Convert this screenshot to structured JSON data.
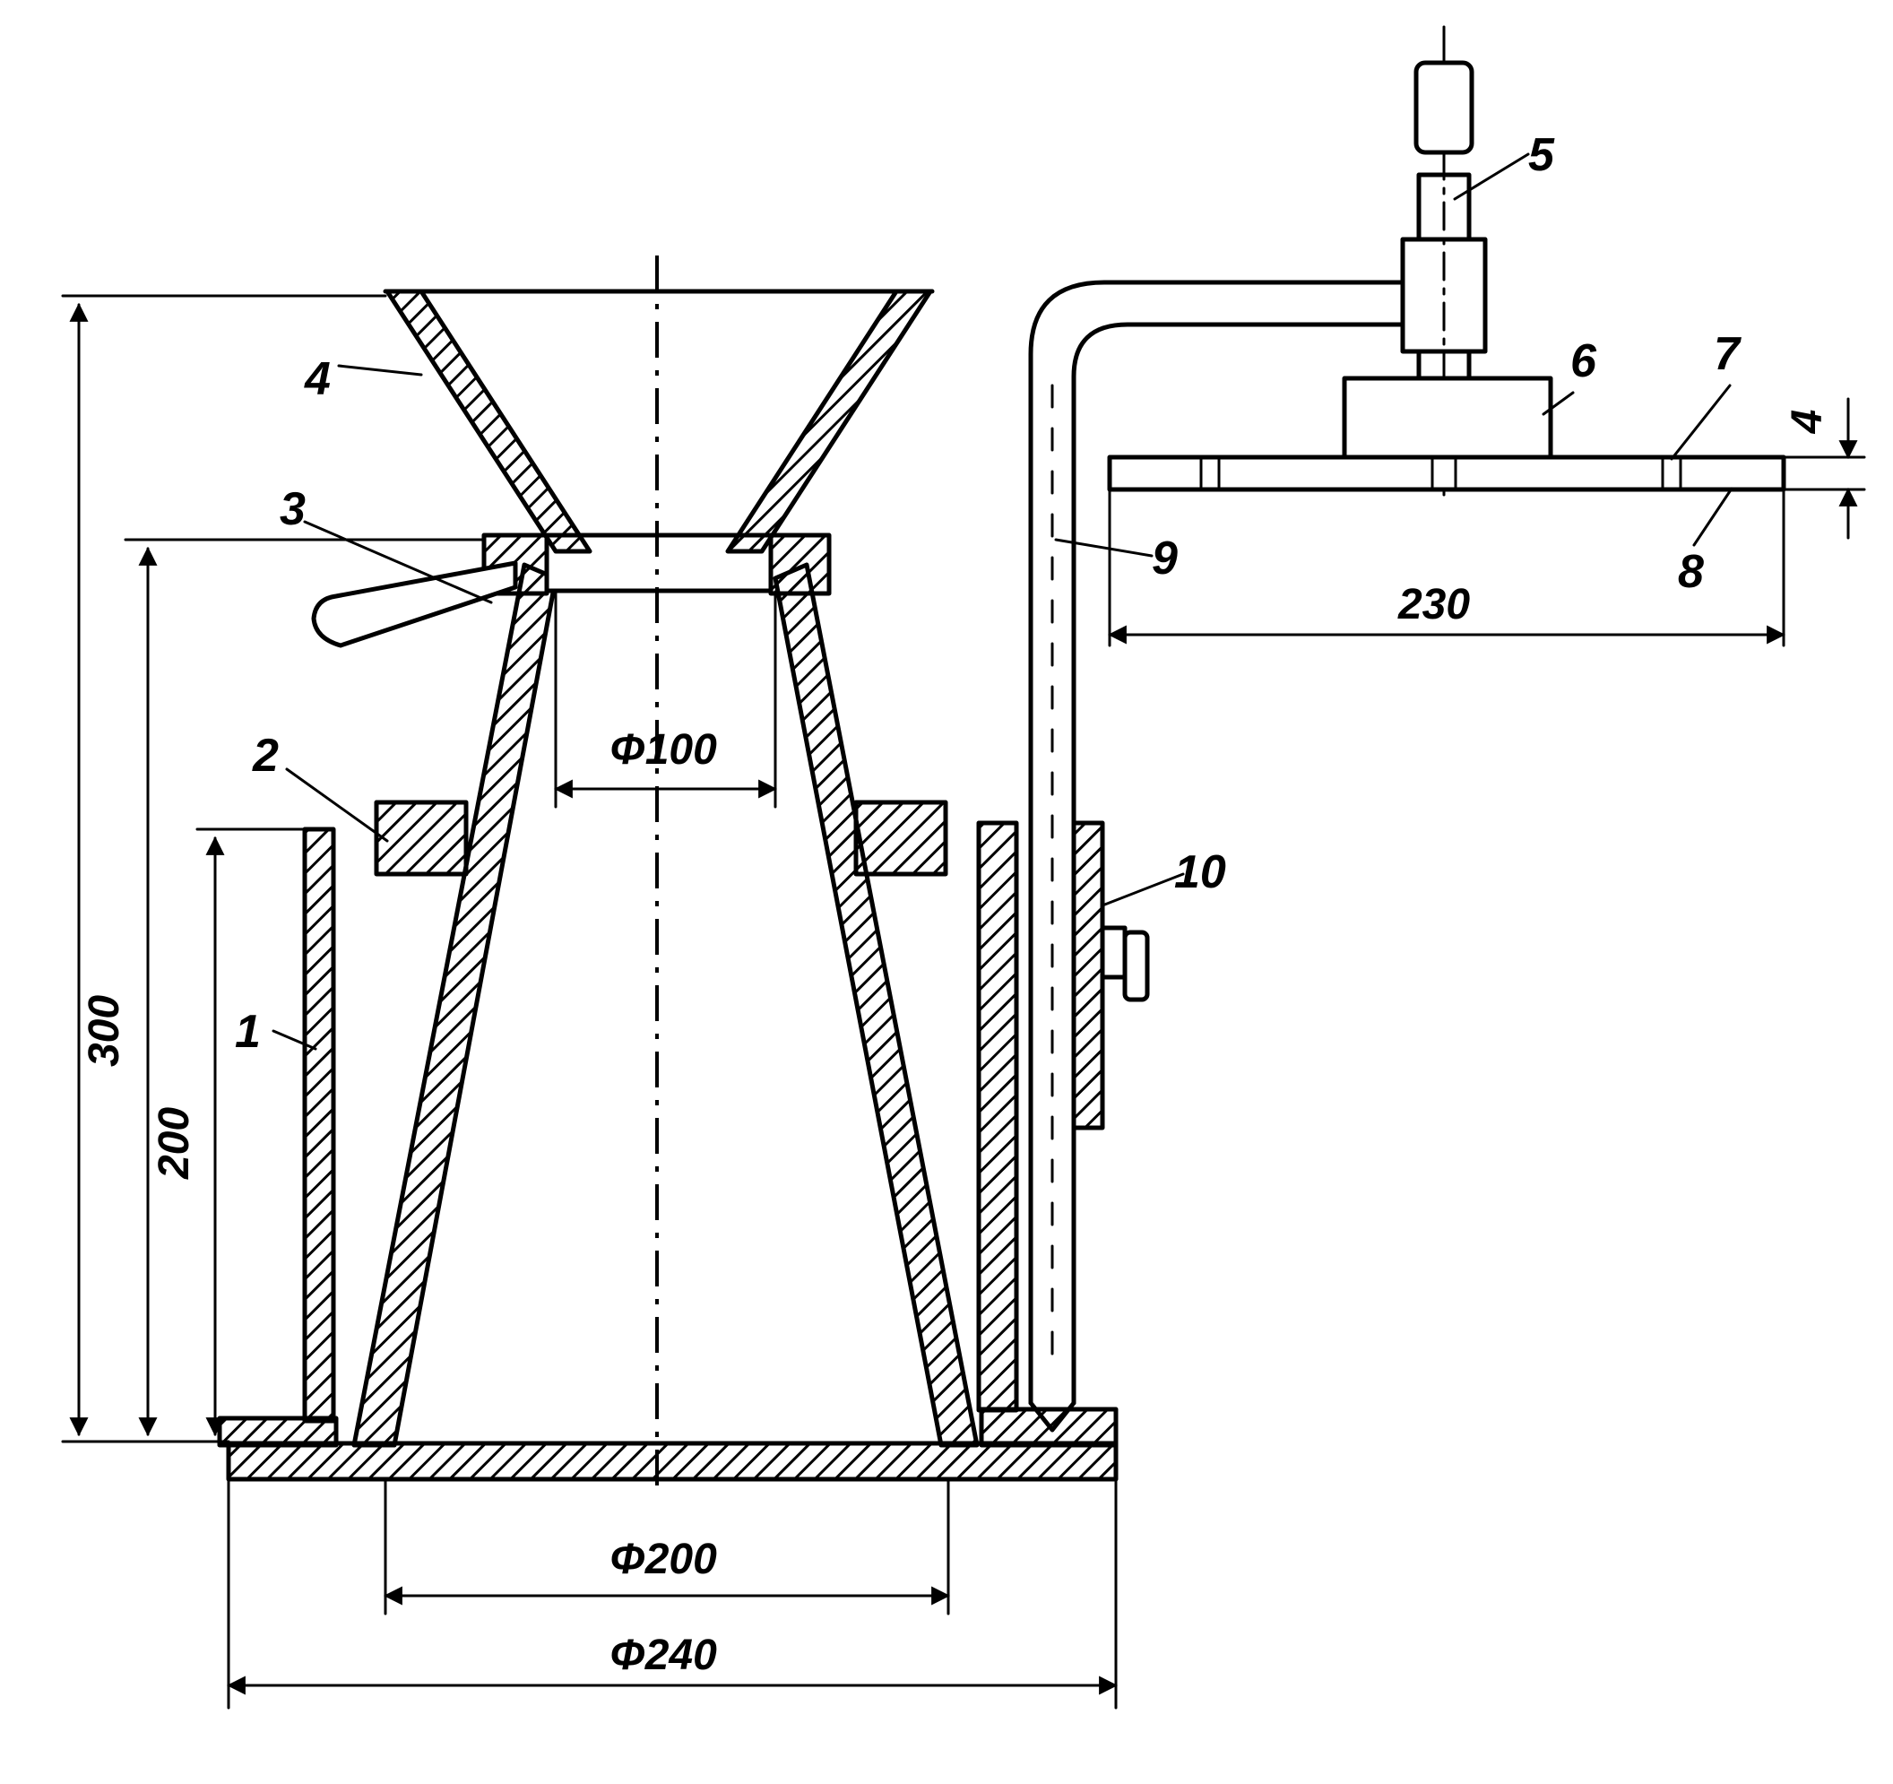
{
  "parts": {
    "p1": "1",
    "p2": "2",
    "p3": "3",
    "p4": "4",
    "p5": "5",
    "p6": "6",
    "p7": "7",
    "p8": "8",
    "p9": "9",
    "p10": "10"
  },
  "dimensions": {
    "height_total": "300",
    "height_cone": "200",
    "top_diameter": "Φ100",
    "bottom_diameter": "Φ200",
    "base_diameter": "Φ240",
    "disc_span": "230",
    "disc_thickness": "4"
  }
}
